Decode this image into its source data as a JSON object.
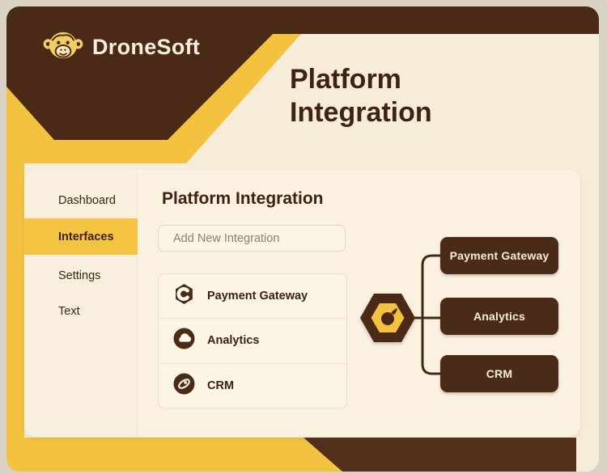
{
  "brand": {
    "name": "DroneSoft",
    "logo": "monkey-logo"
  },
  "hero": {
    "title_line1": "Platform",
    "title_line2": "Integration"
  },
  "sidebar": {
    "items": [
      {
        "label": "Dashboard",
        "active": false
      },
      {
        "label": "Interfaces",
        "active": true
      },
      {
        "label": "Settings",
        "active": false
      },
      {
        "label": "Text",
        "active": false
      }
    ]
  },
  "main": {
    "heading": "Platform Integration",
    "input_placeholder": "Add New Integration",
    "integrations": [
      {
        "label": "Payment Gateway",
        "icon": "payment-gateway-icon"
      },
      {
        "label": "Analytics",
        "icon": "analytics-icon"
      },
      {
        "label": "CRM",
        "icon": "crm-icon"
      }
    ]
  },
  "diagram": {
    "hub_icon": "hexagon-hub-icon",
    "nodes": [
      "Payment Gateway",
      "Analytics",
      "CRM"
    ]
  },
  "colors": {
    "brown": "#4a2916",
    "yellow": "#f3c240",
    "cream": "#f6ecd9",
    "panel": "#faf1e1",
    "node_text": "#f6ecd8"
  }
}
